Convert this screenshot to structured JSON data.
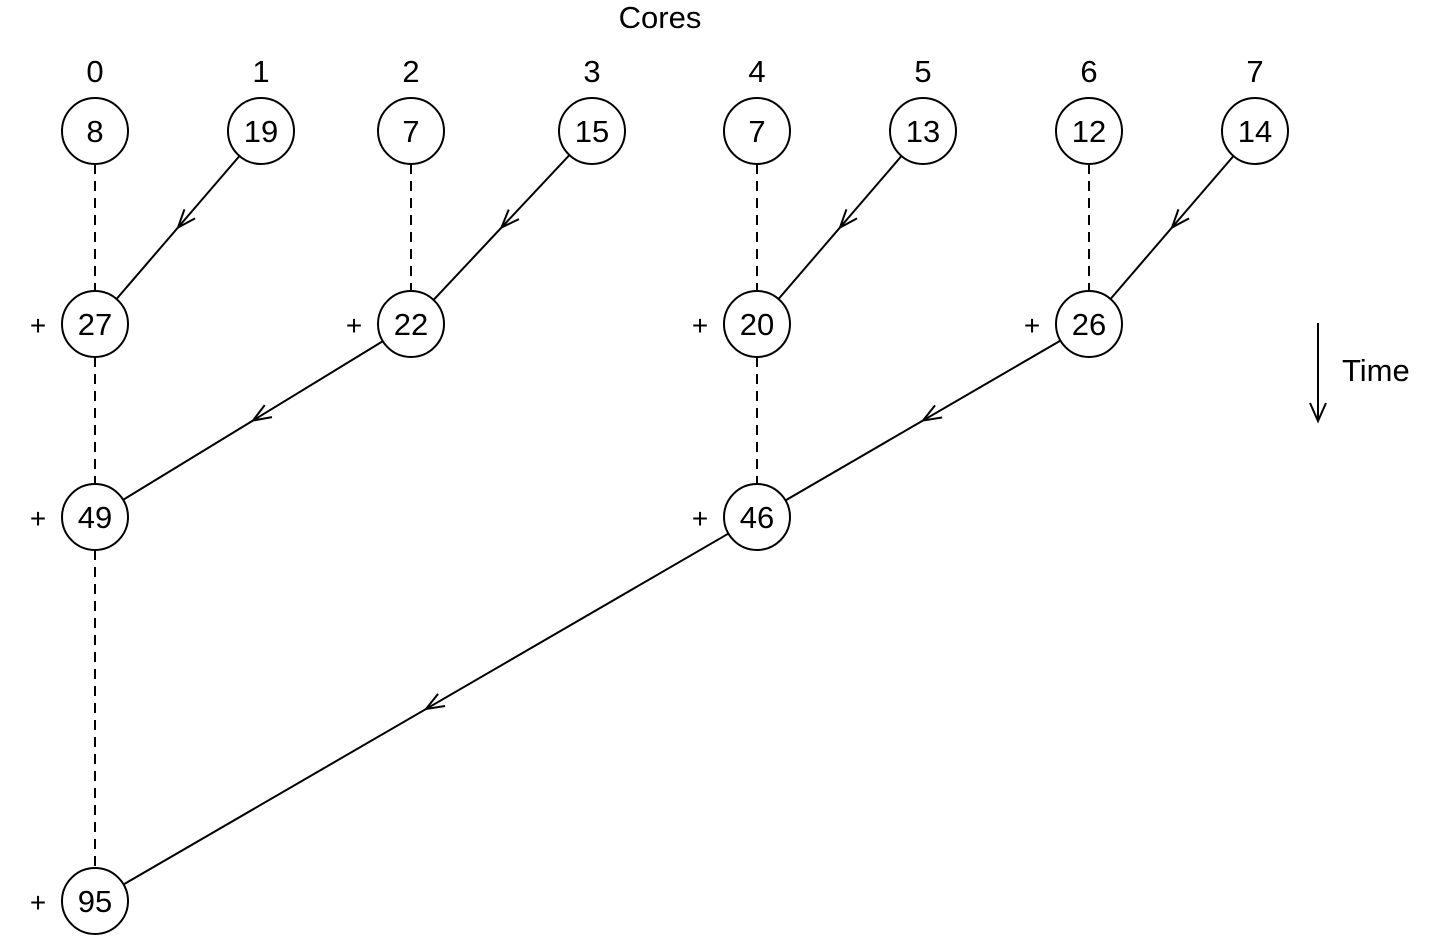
{
  "title": "Cores",
  "cores": [
    "0",
    "1",
    "2",
    "3",
    "4",
    "5",
    "6",
    "7"
  ],
  "time_label": "Time",
  "plus_sign": "+",
  "nodes": [
    {
      "id": "r0c0",
      "core": 0,
      "level": 0,
      "value": "8"
    },
    {
      "id": "r0c1",
      "core": 1,
      "level": 0,
      "value": "19"
    },
    {
      "id": "r0c2",
      "core": 2,
      "level": 0,
      "value": "7"
    },
    {
      "id": "r0c3",
      "core": 3,
      "level": 0,
      "value": "15"
    },
    {
      "id": "r0c4",
      "core": 4,
      "level": 0,
      "value": "7"
    },
    {
      "id": "r0c5",
      "core": 5,
      "level": 0,
      "value": "13"
    },
    {
      "id": "r0c6",
      "core": 6,
      "level": 0,
      "value": "12"
    },
    {
      "id": "r0c7",
      "core": 7,
      "level": 0,
      "value": "14"
    },
    {
      "id": "r1c0",
      "core": 0,
      "level": 1,
      "value": "27",
      "plus": true
    },
    {
      "id": "r1c2",
      "core": 2,
      "level": 1,
      "value": "22",
      "plus": true
    },
    {
      "id": "r1c4",
      "core": 4,
      "level": 1,
      "value": "20",
      "plus": true
    },
    {
      "id": "r1c6",
      "core": 6,
      "level": 1,
      "value": "26",
      "plus": true
    },
    {
      "id": "r2c0",
      "core": 0,
      "level": 2,
      "value": "49",
      "plus": true
    },
    {
      "id": "r2c4",
      "core": 4,
      "level": 2,
      "value": "46",
      "plus": true
    },
    {
      "id": "r3c0",
      "core": 0,
      "level": 3,
      "value": "95",
      "plus": true
    }
  ],
  "dashed_edges": [
    [
      "r0c0",
      "r1c0"
    ],
    [
      "r0c2",
      "r1c2"
    ],
    [
      "r0c4",
      "r1c4"
    ],
    [
      "r0c6",
      "r1c6"
    ],
    [
      "r1c0",
      "r2c0"
    ],
    [
      "r1c4",
      "r2c4"
    ],
    [
      "r2c0",
      "r3c0"
    ]
  ],
  "arrow_edges": [
    [
      "r0c1",
      "r1c0"
    ],
    [
      "r0c3",
      "r1c2"
    ],
    [
      "r0c5",
      "r1c4"
    ],
    [
      "r0c7",
      "r1c6"
    ],
    [
      "r1c2",
      "r2c0"
    ],
    [
      "r1c6",
      "r2c4"
    ],
    [
      "r2c4",
      "r3c0"
    ]
  ]
}
